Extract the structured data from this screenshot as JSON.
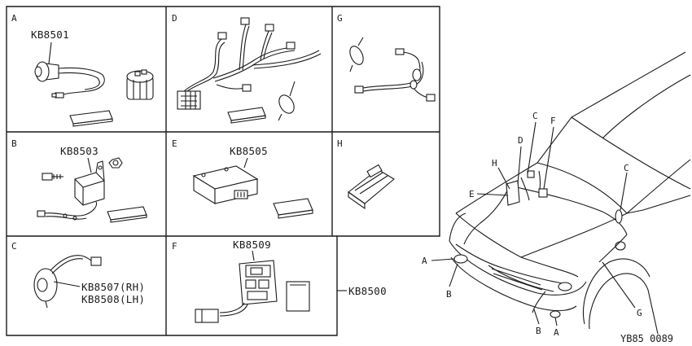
{
  "panels": [
    {
      "letter": "A",
      "part": "KB8501"
    },
    {
      "letter": "D",
      "part": ""
    },
    {
      "letter": "G",
      "part": ""
    },
    {
      "letter": "B",
      "part": "KB8503"
    },
    {
      "letter": "E",
      "part": "KB8505"
    },
    {
      "letter": "H",
      "part": ""
    },
    {
      "letter": "C",
      "part": "KB8507(RH)",
      "part2": "KB8508(LH)"
    },
    {
      "letter": "F",
      "part": "KB8509"
    }
  ],
  "assembly_label": "KB8500",
  "car_callouts": [
    "C",
    "F",
    "D",
    "H",
    "E",
    "C",
    "A",
    "B",
    "B",
    "A",
    "G"
  ],
  "figure_id": "YB85 0089",
  "colors": {
    "ink": "#1a1a1a",
    "paper": "#ffffff"
  }
}
